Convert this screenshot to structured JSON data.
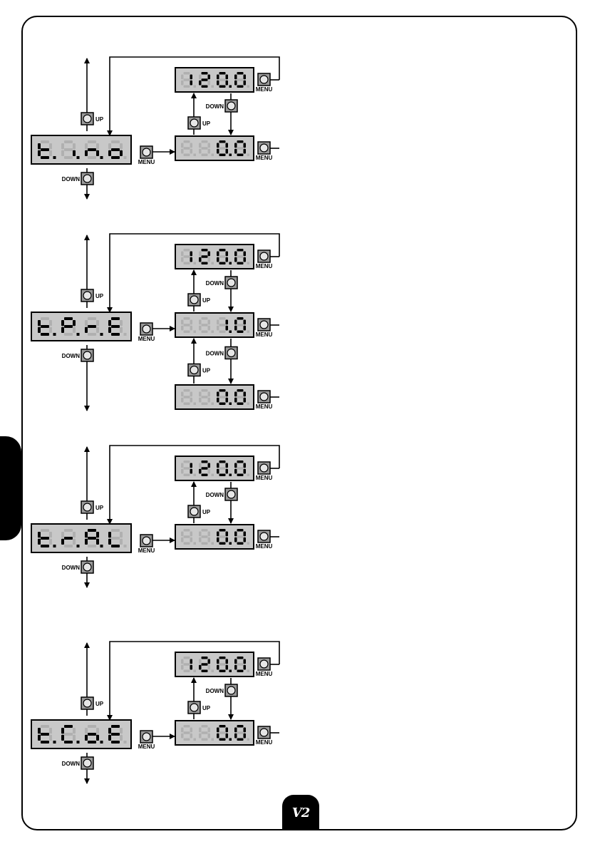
{
  "page": {
    "badge": "V2"
  },
  "colors": {
    "display_bg": "#c8c8c8",
    "segment_on": "#000000",
    "segment_off": "#b0b0b0",
    "button_bg": "#9a9a9a",
    "line": "#000000",
    "frame": "#000000"
  },
  "labels": {
    "up": "UP",
    "down": "DOWN",
    "menu": "MENU"
  },
  "blocks": [
    {
      "name": "tino",
      "main_display": [
        "t.",
        "i.",
        "n.",
        "o"
      ],
      "value_displays": [
        {
          "text": "120.0",
          "lit_from": 0
        },
        {
          "text": "000.0",
          "lit_from": 2
        }
      ]
    },
    {
      "name": "tpre",
      "main_display": [
        "t.",
        "P.",
        "r.",
        "E"
      ],
      "value_displays": [
        {
          "text": "120.0",
          "lit_from": 0
        },
        {
          "text": "001.0",
          "lit_from": 2
        },
        {
          "text": "000.0",
          "lit_from": 2
        }
      ]
    },
    {
      "name": "tral",
      "main_display": [
        "t.",
        "r.",
        "A.",
        "L"
      ],
      "value_displays": [
        {
          "text": "120.0",
          "lit_from": 0
        },
        {
          "text": "000.0",
          "lit_from": 2
        }
      ]
    },
    {
      "name": "tcoe",
      "main_display": [
        "t.",
        "C.",
        "o.",
        "E"
      ],
      "value_displays": [
        {
          "text": "120.0",
          "lit_from": 0
        },
        {
          "text": "000.0",
          "lit_from": 2
        }
      ]
    }
  ]
}
